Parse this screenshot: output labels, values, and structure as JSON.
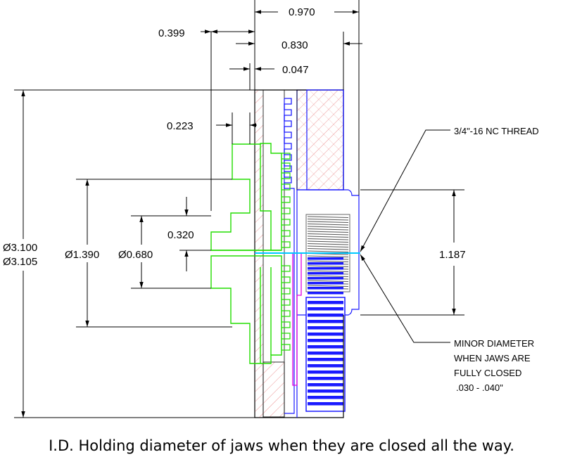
{
  "dimensions": {
    "overall_width": "0.970",
    "inner_width": "0.830",
    "jaw_offset": "0.399",
    "face_gap": "0.047",
    "jaw_step": "0.223",
    "jaw_height": "0.320",
    "outer_dia_line1": "Ø3.100",
    "outer_dia_line2": "Ø3.105",
    "jaw_dia_large": "Ø1.390",
    "jaw_dia_small": "Ø0.680",
    "thread_dia": "1.187"
  },
  "notes": {
    "thread": "3/4\"-16 NC THREAD",
    "minor_line1": "MINOR DIAMETER",
    "minor_line2": "WHEN JAWS ARE",
    "minor_line3": "FULLY CLOSED",
    "minor_line4": ".030 - .040\""
  },
  "caption": "I.D. Holding diameter of jaws when they are closed all the way.",
  "colors": {
    "jaw_outline": "#22dd00",
    "thread_section": "#1a1aff",
    "hatch": "#e87a7a",
    "magenta_path": "#e000e0",
    "cyan_centerline": "#00c8ff"
  }
}
